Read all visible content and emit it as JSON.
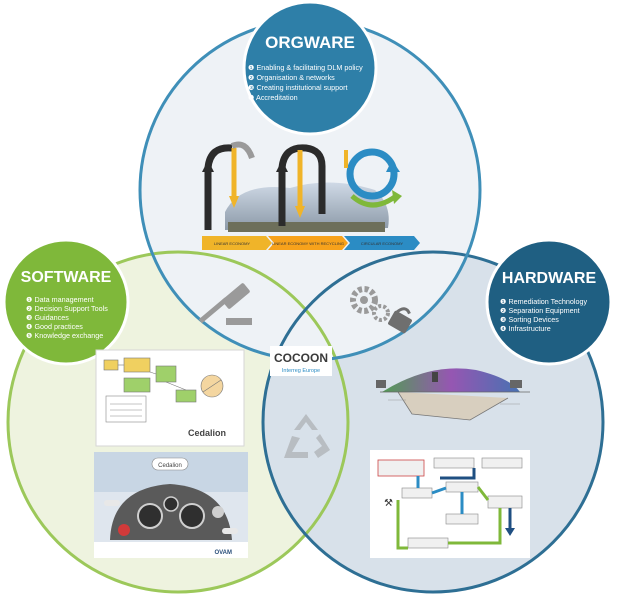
{
  "colors": {
    "orgware": "#2e7fa8",
    "software": "#7fb83a",
    "hardware": "#1f5f82",
    "arrow_gold": "#f0b429",
    "arrow_blue": "#2b8cc4"
  },
  "orgware": {
    "title": "ORGWARE",
    "items": [
      "Enabling & facilitating DLM policy",
      "Organisation & networks",
      "Creating institutional support",
      "Accreditation"
    ],
    "economy_labels": [
      "LINEAR ECONOMY",
      "LINEAR ECONOMY WITH RECYCLING",
      "CIRCULAR ECONOMY"
    ]
  },
  "software": {
    "title": "SOFTWARE",
    "items": [
      "Data management",
      "Decision Support Tools",
      "Guidances",
      "Good practices",
      "Knowledge exchange"
    ],
    "logo_text": "Cedalion",
    "ovam_text": "OVAM"
  },
  "hardware": {
    "title": "HARDWARE",
    "items": [
      "Remediation Technology",
      "Separation Equipment",
      "Sorting Devices",
      "Infrastructure"
    ]
  },
  "center_logo": {
    "name": "COCOON",
    "subtitle": "Interreg Europe"
  },
  "icons": [
    "gavel-icon",
    "gear-lock-icon",
    "recycle-icon"
  ]
}
